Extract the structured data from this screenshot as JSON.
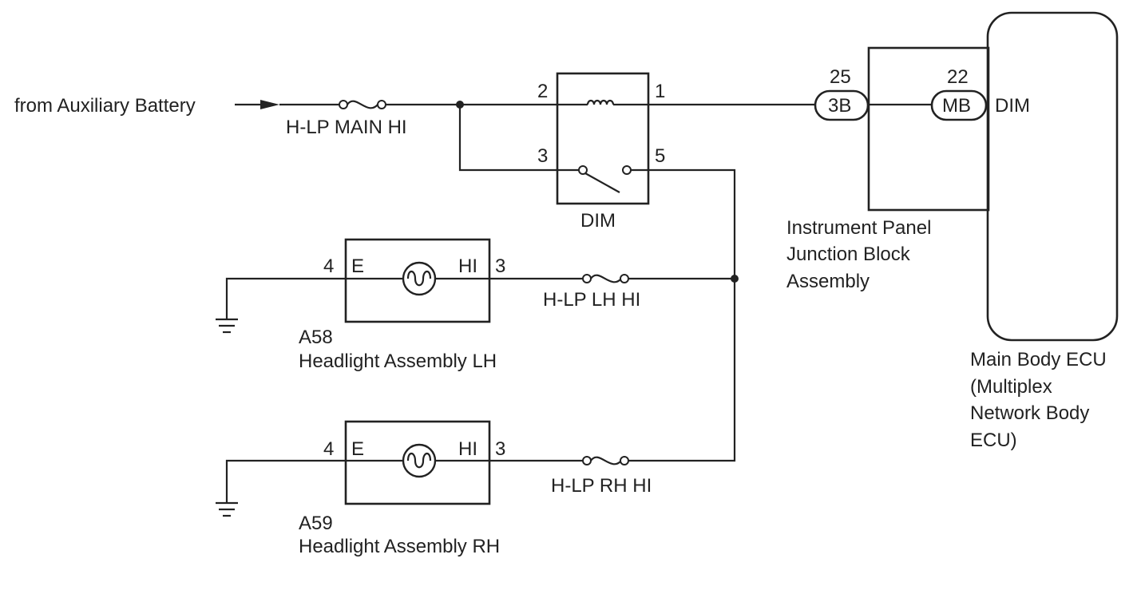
{
  "battery": {
    "label": "from Auxiliary Battery"
  },
  "fuses": {
    "main_hi": "H-LP MAIN HI",
    "lh_hi": "H-LP LH HI",
    "rh_hi": "H-LP RH HI"
  },
  "dim_relay": {
    "label": "DIM",
    "pins": {
      "p1": "1",
      "p2": "2",
      "p3": "3",
      "p5": "5"
    }
  },
  "junction_block": {
    "label_lines": [
      "Instrument Panel",
      "Junction Block",
      "Assembly"
    ],
    "connector_3b": {
      "pin": "25",
      "label": "3B"
    },
    "connector_mb": {
      "pin": "22",
      "label": "MB"
    }
  },
  "main_body_ecu": {
    "terminal": "DIM",
    "label_lines": [
      "Main Body ECU",
      "(Multiplex",
      "Network Body",
      "ECU)"
    ]
  },
  "headlight_lh": {
    "code": "A58",
    "name": "Headlight Assembly LH",
    "pin_e": "4",
    "term_e": "E",
    "pin_hi": "3",
    "term_hi": "HI"
  },
  "headlight_rh": {
    "code": "A59",
    "name": "Headlight Assembly RH",
    "pin_e": "4",
    "term_e": "E",
    "pin_hi": "3",
    "term_hi": "HI"
  }
}
